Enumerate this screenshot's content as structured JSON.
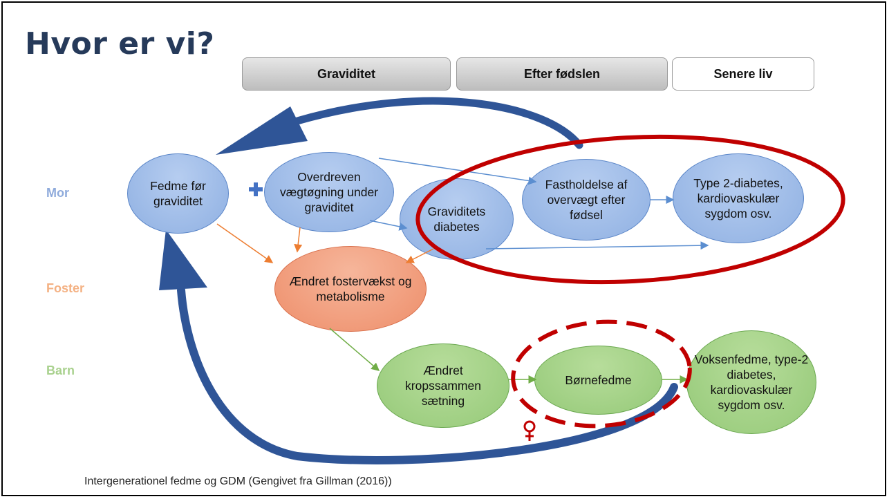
{
  "title": "Hvor er vi?",
  "phases": [
    "Graviditet",
    "Efter fødslen",
    "Senere liv"
  ],
  "rows": {
    "mor": "Mor",
    "foster": "Foster",
    "barn": "Barn"
  },
  "nodes": {
    "fedme_for": "Fedme før graviditet",
    "overdreven": "Overdreven vægtøgning under graviditet",
    "graviditets_diabetes": "Graviditets diabetes",
    "fastholdelse": "Fastholdelse af overvægt efter fødsel",
    "type2": "Type 2-diabetes, kardiovaskulær sygdom osv.",
    "aendret_foster": "Ændret fostervækst og metabolisme",
    "aendret_krop": "Ændret kropssammen sætning",
    "bornefedme": "Børnefedme",
    "voksenfedme": "Voksenfedme, type-2 diabetes, kardiovaskulær sygdom osv."
  },
  "symbols": {
    "plus": "+",
    "female": "♀"
  },
  "colors": {
    "mor": "#8eaadb",
    "foster": "#f4b183",
    "barn": "#a9d18e",
    "arrow_blue": "#2f5597",
    "red": "#c00000"
  },
  "caption": "Intergenerationel fedme og GDM (Gengivet fra Gillman (2016))"
}
